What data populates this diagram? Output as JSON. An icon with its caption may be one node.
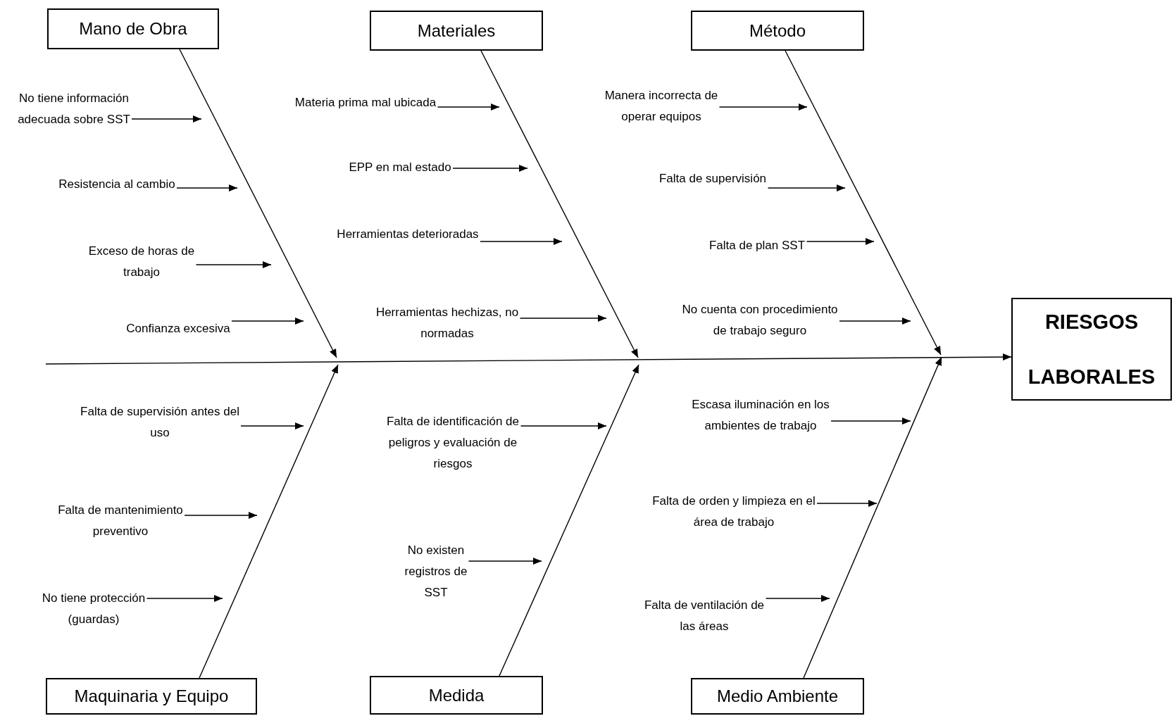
{
  "diagram": {
    "nodes": [
      {
        "text": [
          "Mano de Obra"
        ]
      },
      {
        "text": [
          "Materiales"
        ]
      },
      {
        "text": [
          "Método"
        ]
      },
      {
        "text": [
          "Maquinaria y Equipo"
        ]
      },
      {
        "text": [
          "Medida"
        ]
      },
      {
        "text": [
          "Medio Ambiente"
        ]
      },
      {
        "text": [
          "RIESGOS LABORALES"
        ]
      },
      {
        "text": [
          "No tiene información adecuada sobre SST"
        ]
      },
      {
        "text": [
          "Resistencia al cambio"
        ]
      },
      {
        "text": [
          "Exceso de horas de trabajo"
        ]
      },
      {
        "text": [
          "Confianza excesiva"
        ]
      },
      {
        "text": [
          "Materia prima mal ubicada"
        ]
      },
      {
        "text": [
          "EPP en mal estado"
        ]
      },
      {
        "text": [
          "Herramientas deterioradas"
        ]
      },
      {
        "text": [
          "Herramientas hechizas, no normadas"
        ]
      },
      {
        "text": [
          "Manera incorrecta de operar equipos"
        ]
      },
      {
        "text": [
          "Falta de supervisión"
        ]
      },
      {
        "text": [
          "Falta de plan SST"
        ]
      },
      {
        "text": [
          "No cuenta con procedimiento de trabajo seguro"
        ]
      },
      {
        "text": [
          "Falta de supervisión antes del uso"
        ]
      },
      {
        "text": [
          "Falta de mantenimiento preventivo"
        ]
      },
      {
        "text": [
          "No tiene protección (guardas)"
        ]
      },
      {
        "text": [
          "Falta de identificación de peligros y evaluación de riesgos"
        ]
      },
      {
        "text": [
          "No existen registros de SST"
        ]
      },
      {
        "text": [
          "Escasa iluminación en los ambientes de trabajo"
        ]
      },
      {
        "text": [
          "Falta de orden y limpieza en el área de trabajo"
        ]
      },
      {
        "text": [
          "Falta de ventilación de las áreas"
        ]
      }
    ],
    "edges": [
      {
        "from": null,
        "to": 6,
        "arrow": "to"
      },
      {
        "from": 0,
        "to": null,
        "arrow": "to"
      },
      {
        "from": 1,
        "to": null,
        "arrow": "to"
      },
      {
        "from": 2,
        "to": null,
        "arrow": "to"
      },
      {
        "from": 3,
        "to": null,
        "arrow": "to"
      },
      {
        "from": 4,
        "to": null,
        "arrow": "to"
      },
      {
        "from": 5,
        "to": null,
        "arrow": "to"
      },
      {
        "from": 7,
        "to": null,
        "arrow": "to"
      },
      {
        "from": 8,
        "to": null,
        "arrow": "to"
      },
      {
        "from": 9,
        "to": null,
        "arrow": "to"
      },
      {
        "from": 10,
        "to": null,
        "arrow": "to"
      },
      {
        "from": 11,
        "to": null,
        "arrow": "to"
      },
      {
        "from": 12,
        "to": null,
        "arrow": "to"
      },
      {
        "from": 13,
        "to": null,
        "arrow": "to"
      },
      {
        "from": 14,
        "to": null,
        "arrow": "to"
      },
      {
        "from": 15,
        "to": null,
        "arrow": "to"
      },
      {
        "from": 16,
        "to": null,
        "arrow": "to"
      },
      {
        "from": 17,
        "to": null,
        "arrow": "to"
      },
      {
        "from": 18,
        "to": null,
        "arrow": "to"
      },
      {
        "from": 19,
        "to": null,
        "arrow": "to"
      },
      {
        "from": 20,
        "to": null,
        "arrow": "to"
      },
      {
        "from": 21,
        "to": null,
        "arrow": "to"
      },
      {
        "from": 22,
        "to": null,
        "arrow": "to"
      },
      {
        "from": 23,
        "to": null,
        "arrow": "to"
      },
      {
        "from": 24,
        "to": null,
        "arrow": "to"
      },
      {
        "from": 25,
        "to": null,
        "arrow": "to"
      },
      {
        "from": 26,
        "to": null,
        "arrow": "to"
      }
    ]
  }
}
